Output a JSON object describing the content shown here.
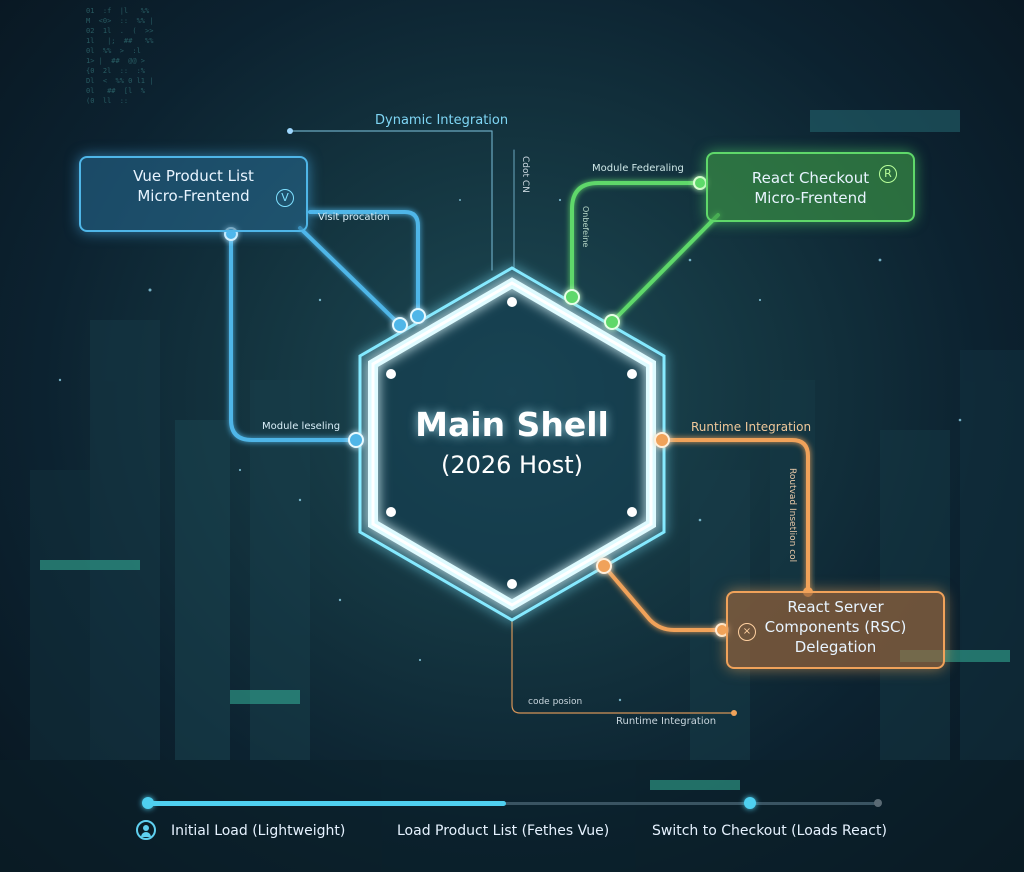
{
  "diagram": {
    "center": {
      "title": "Main Shell",
      "subtitle": "(2026 Host)"
    },
    "nodes": {
      "vue": {
        "line1": "Vue Product List",
        "line2": "Micro-Frentend",
        "badge": "V"
      },
      "react": {
        "line1": "React Checkout",
        "line2": "Micro-Frentend",
        "badge": "R"
      },
      "rsc": {
        "line1": "React Server",
        "line2": "Components (RSC)",
        "line3": "Delegation",
        "badge": "×"
      }
    },
    "labels": {
      "dynamic_integration": "Dynamic Integration",
      "module_federaling": "Module Federaling",
      "visit_procation": "Visit procation",
      "module_leseling": "Module leseling",
      "runtime_integration": "Runtime Integration",
      "code_posion": "code posion",
      "runtime_integration_2": "Runtime Integration",
      "cdn": "Cdot CN",
      "vertical_green": "Onbefeine",
      "vertical_orange": "Routvad Insetlion col"
    },
    "colors": {
      "vue": "#4fb6e8",
      "react": "#5fd86a",
      "rsc": "#f0a25a",
      "center": "#7ee8ff"
    }
  },
  "timeline": {
    "progress": 0.49,
    "steps": [
      {
        "label": "Initial Load (Lightweight)",
        "icon": "user-icon"
      },
      {
        "label": "Load Product List (Fethes Vue)"
      },
      {
        "label": "Switch to Checkout (Loads React)"
      }
    ]
  }
}
